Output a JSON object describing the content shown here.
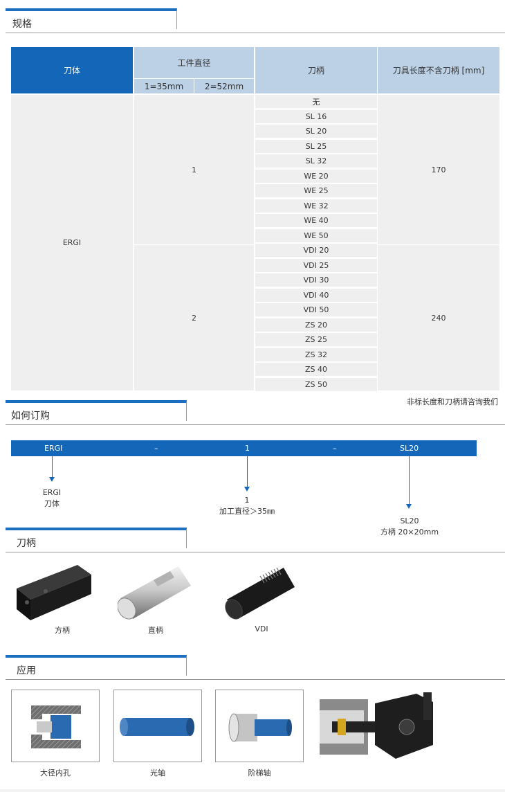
{
  "sections": {
    "spec": "规格",
    "order": "如何订购",
    "shank": "刀柄",
    "application": "应用"
  },
  "table": {
    "headers": {
      "body": "刀体",
      "workpiece": "工件直径",
      "wp_sub1": "1=35mm",
      "wp_sub2": "2=52mm",
      "shank": "刀柄",
      "length": "刀具长度不含刀柄 [mm]"
    },
    "body_value": "ERGI",
    "groups": [
      {
        "diameter": "1",
        "length": "170",
        "shanks": [
          "无",
          "SL 16",
          "SL 20",
          "SL 25",
          "SL 32",
          "WE 20",
          "WE 25",
          "WE 32",
          "WE 40",
          "WE 50"
        ]
      },
      {
        "diameter": "2",
        "length": "240",
        "shanks": [
          "VDI 20",
          "VDI 25",
          "VDI 30",
          "VDI 40",
          "VDI 50",
          "ZS 20",
          "ZS 25",
          "ZS 32",
          "ZS 40",
          "ZS 50"
        ]
      }
    ],
    "note": "非标长度和刀柄请咨询我们"
  },
  "order": {
    "parts": [
      "ERGI",
      "–",
      "1",
      "–",
      "SL20"
    ],
    "labels": [
      {
        "line1": "ERGI",
        "line2": "刀体"
      },
      {
        "line1": "1",
        "line2": "加工直径＞35㎜"
      },
      {
        "line1": "SL20",
        "line2": "方柄 20×20mm"
      }
    ]
  },
  "shanks": {
    "items": [
      "方柄",
      "直柄",
      "VDI"
    ]
  },
  "applications": {
    "items": [
      "大径内孔",
      "光轴",
      "阶梯轴"
    ]
  },
  "colors": {
    "brand_blue": "#1466b8",
    "header_light": "#bcd0e6",
    "cell_grey": "#efefef"
  }
}
